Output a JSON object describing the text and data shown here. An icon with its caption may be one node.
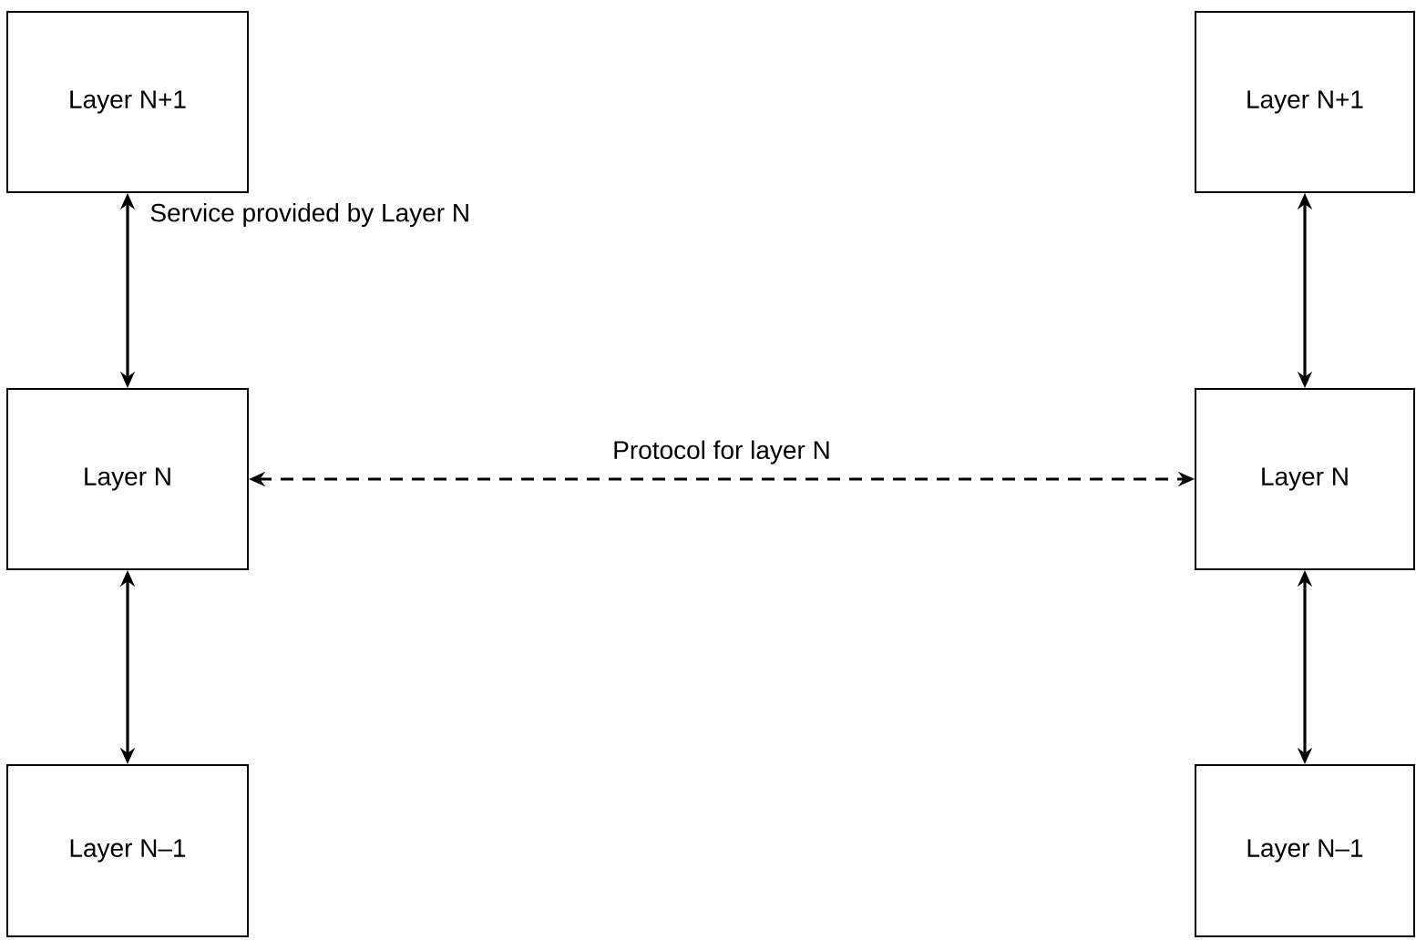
{
  "diagram": {
    "nodes": [
      {
        "text": [
          "Layer N+1"
        ]
      },
      {
        "text": [
          "Layer N"
        ]
      },
      {
        "text": [
          "Layer N–1"
        ]
      },
      {
        "text": [
          "Layer N+1"
        ]
      },
      {
        "text": [
          "Layer N"
        ]
      },
      {
        "text": [
          "Layer N–1"
        ]
      }
    ],
    "edges": [
      {
        "from": 0,
        "to": 1,
        "arrow": "both",
        "label": "Service provided by Layer N"
      },
      {
        "from": 1,
        "to": 2,
        "arrow": "both"
      },
      {
        "from": 1,
        "to": 4,
        "arrow": "both",
        "style": "dashed",
        "label": "Protocol for layer N"
      },
      {
        "from": 3,
        "to": 4,
        "arrow": "both"
      },
      {
        "from": 4,
        "to": 5,
        "arrow": "both"
      }
    ]
  }
}
